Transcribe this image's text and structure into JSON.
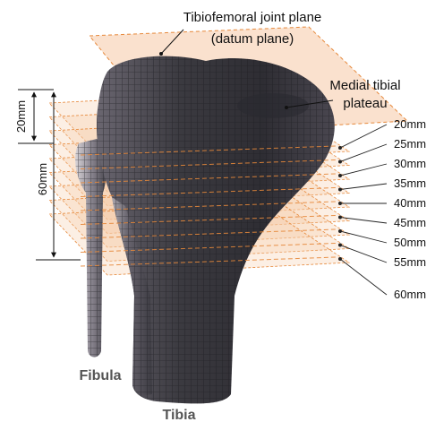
{
  "labels": {
    "datum_plane_line1": "Tibiofemoral joint plane",
    "datum_plane_line2": "(datum plane)",
    "plateau_line1": "Medial tibial",
    "plateau_line2": "plateau",
    "dim_20": "20mm",
    "dim_60": "60mm",
    "fibula": "Fibula",
    "tibia": "Tibia"
  },
  "section_levels": [
    "20mm",
    "25mm",
    "30mm",
    "35mm",
    "40mm",
    "45mm",
    "50mm",
    "55mm",
    "60mm"
  ],
  "colors": {
    "plane_fill": "#f6c9a6",
    "plane_edge": "#e6883a",
    "bone_dark": "#3a3a3f",
    "bone_light": "#d9d4d8",
    "leader": "#222222"
  }
}
